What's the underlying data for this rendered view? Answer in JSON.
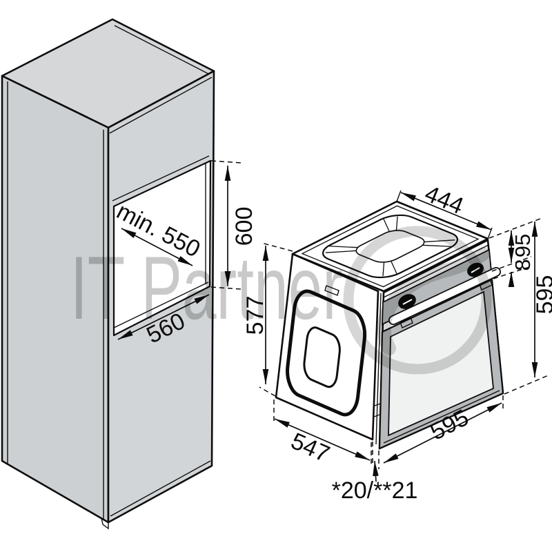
{
  "watermark": {
    "text": "IT Partner"
  },
  "cabinet": {
    "niche_depth": "min. 550",
    "niche_height": "600",
    "niche_width": "560"
  },
  "oven": {
    "top_depth": "444",
    "panel_height": "95",
    "door_overlap": "8",
    "height_right": "595",
    "height_left": "577",
    "depth_bottom": "547",
    "width_bottom": "595",
    "door_protrusion": "*20/**21"
  },
  "colors": {
    "cabinet_top_fill": "#d5d7d9",
    "cabinet_left_fill": "#cdd0d2",
    "cabinet_right_fill": "#d2d5d7",
    "oven_fill": "#ffffff",
    "panel_gray": "#b7babc",
    "door_frame_gray": "#b7babc",
    "glass_fill": "#f0f1f1",
    "line": "#0d0d0d"
  }
}
